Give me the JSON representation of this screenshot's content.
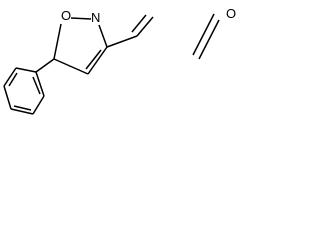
{
  "structure": {
    "atoms": {
      "ring_oxygen": "O",
      "ring_nitrogen": "N",
      "aldehyde_oxygen": "O"
    },
    "colors": {
      "bond": "#000000",
      "label": "#000000",
      "background": "#ffffff"
    }
  }
}
